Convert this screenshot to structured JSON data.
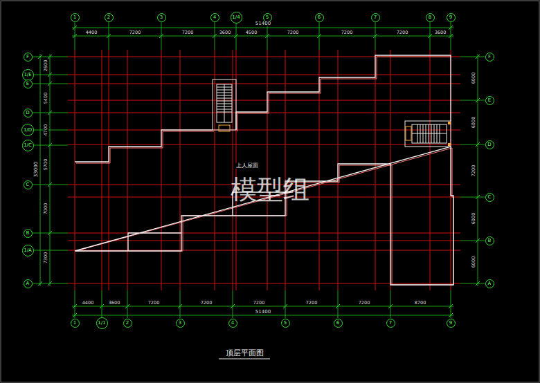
{
  "diagram": {
    "title": "顶层平面图",
    "nodes": [
      {
        "text": [
          "1"
        ]
      },
      {
        "text": [
          "2"
        ]
      },
      {
        "text": [
          "3"
        ]
      },
      {
        "text": [
          "4"
        ]
      },
      {
        "text": [
          "1/4"
        ]
      },
      {
        "text": [
          "5"
        ]
      },
      {
        "text": [
          "6"
        ]
      },
      {
        "text": [
          "7"
        ]
      },
      {
        "text": [
          "8"
        ]
      },
      {
        "text": [
          "9"
        ]
      },
      {
        "text": [
          "F"
        ]
      },
      {
        "text": [
          "1/E"
        ]
      },
      {
        "text": [
          "E"
        ]
      },
      {
        "text": [
          "D"
        ]
      },
      {
        "text": [
          "1/D"
        ]
      },
      {
        "text": [
          "1/C"
        ]
      },
      {
        "text": [
          "C"
        ]
      },
      {
        "text": [
          "B"
        ]
      },
      {
        "text": [
          "1/A"
        ]
      },
      {
        "text": [
          "A"
        ]
      },
      {
        "text": [
          "F"
        ]
      },
      {
        "text": [
          "E"
        ]
      },
      {
        "text": [
          "D"
        ]
      },
      {
        "text": [
          "C"
        ]
      },
      {
        "text": [
          "B"
        ]
      },
      {
        "text": [
          "A"
        ]
      },
      {
        "text": [
          "1"
        ]
      },
      {
        "text": [
          "1/1"
        ]
      },
      {
        "text": [
          "2"
        ]
      },
      {
        "text": [
          "3"
        ]
      },
      {
        "text": [
          "4"
        ]
      },
      {
        "text": [
          "5"
        ]
      },
      {
        "text": [
          "6"
        ]
      },
      {
        "text": [
          "7"
        ]
      },
      {
        "text": [
          "9"
        ]
      }
    ],
    "labels": [
      "上人屋面",
      "模型组",
      "51400",
      "4400",
      "7200",
      "7200",
      "3600",
      "4500",
      "7200",
      "7200",
      "7200",
      "3600",
      "51400",
      "4400",
      "3600",
      "7200",
      "7200",
      "7200",
      "7200",
      "7200",
      "8700",
      "33000",
      "2600",
      "5400",
      "4700",
      "5700",
      "7000",
      "7300",
      "6000",
      "6000",
      "7200",
      "6000",
      "6000"
    ]
  }
}
